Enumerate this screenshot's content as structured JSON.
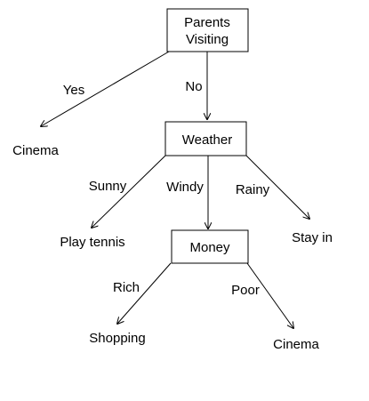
{
  "nodes": {
    "parents_line1": "Parents",
    "parents_line2": "Visiting",
    "weather": "Weather",
    "money": "Money"
  },
  "leaves": {
    "cinema_yes": "Cinema",
    "play_tennis": "Play tennis",
    "stay_in": "Stay in",
    "shopping": "Shopping",
    "cinema_poor": "Cinema"
  },
  "edges": {
    "yes": "Yes",
    "no": "No",
    "sunny": "Sunny",
    "windy": "Windy",
    "rainy": "Rainy",
    "rich": "Rich",
    "poor": "Poor"
  }
}
